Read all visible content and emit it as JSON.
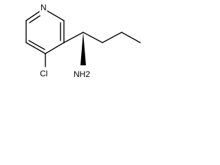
{
  "structure": {
    "atoms": {
      "n": "N",
      "cl": "Cl",
      "nh2": "NH2"
    },
    "colors": {
      "line": "#000000",
      "background": "#ffffff"
    }
  }
}
